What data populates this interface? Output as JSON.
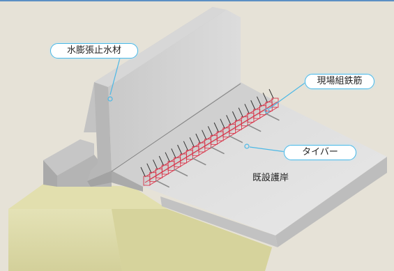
{
  "labels": {
    "waterstop": "水膨張止水材",
    "rebar": "現場組鉄筋",
    "tiebar": "タイバー",
    "revetment": "既設護岸"
  },
  "colors": {
    "callout_border": "#4bb8e6",
    "rebar": "#d8354a",
    "concrete": "#d4d4d4",
    "ground": "#dedca8",
    "background": "#e6e2d7"
  }
}
